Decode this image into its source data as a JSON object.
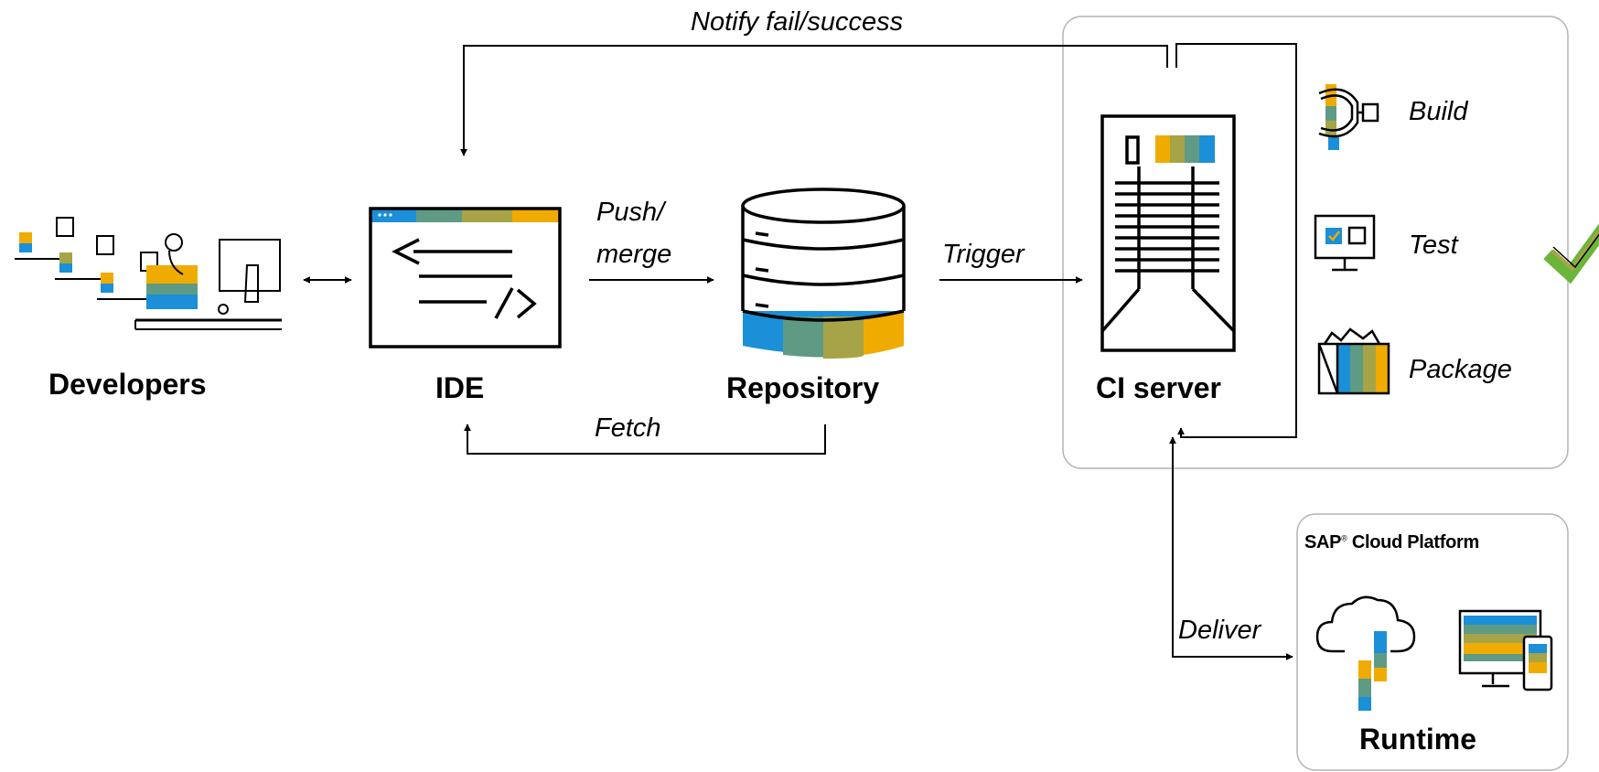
{
  "nodes": {
    "developers": "Developers",
    "ide": "IDE",
    "repository": "Repository",
    "ci_server": "CI server",
    "runtime": "Runtime"
  },
  "edges": {
    "push_merge_1": "Push/",
    "push_merge_2": "merge",
    "fetch": "Fetch",
    "trigger": "Trigger",
    "notify": "Notify fail/success",
    "deliver": "Deliver"
  },
  "ci_steps": {
    "build": "Build",
    "test": "Test",
    "package": "Package"
  },
  "platform": {
    "brand": "SAP",
    "product": "Cloud Platform"
  },
  "colors": {
    "blue": "#1b8fd8",
    "teal": "#5f9b84",
    "olive": "#a7a447",
    "gold": "#f0ab00",
    "green": "#6bb53b",
    "box_border": "#b4b4b4",
    "stroke": "#000000"
  },
  "icons": {
    "developers": "developers-workstation-icon",
    "ide": "code-editor-icon",
    "repository": "database-icon",
    "ci_server": "server-tower-icon",
    "build": "wrench-icon",
    "test": "monitor-checklist-icon",
    "package": "package-box-icon",
    "success": "checkmark-icon",
    "cloud": "cloud-icon",
    "devices": "desktop-mobile-icon"
  }
}
